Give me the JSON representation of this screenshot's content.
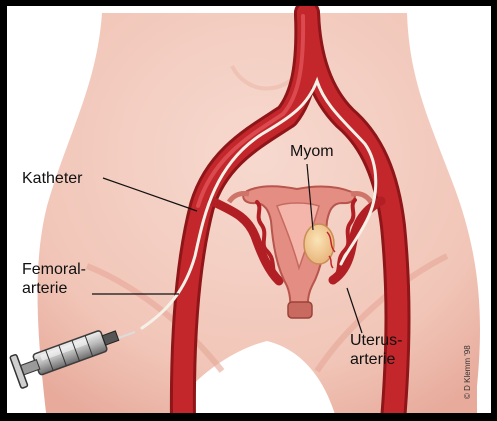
{
  "labels": {
    "catheter": "Katheter",
    "femoral_line1": "Femoral-",
    "femoral_line2": "arterie",
    "myoma": "Myom",
    "uterine_line1": "Uterus-",
    "uterine_line2": "arterie"
  },
  "credit": "© D Klemm '98",
  "colors": {
    "skin": "#f3c9bd",
    "skin_shadow": "#e8a99a",
    "artery": "#c3262b",
    "artery_dark": "#8e1518",
    "uterus": "#e48d82",
    "myoma": "#f5cf95",
    "catheter": "#f6f1e8"
  },
  "icons": [
    "syringe-icon",
    "uterus-icon",
    "myoma-icon",
    "artery-icon",
    "catheter-icon"
  ]
}
